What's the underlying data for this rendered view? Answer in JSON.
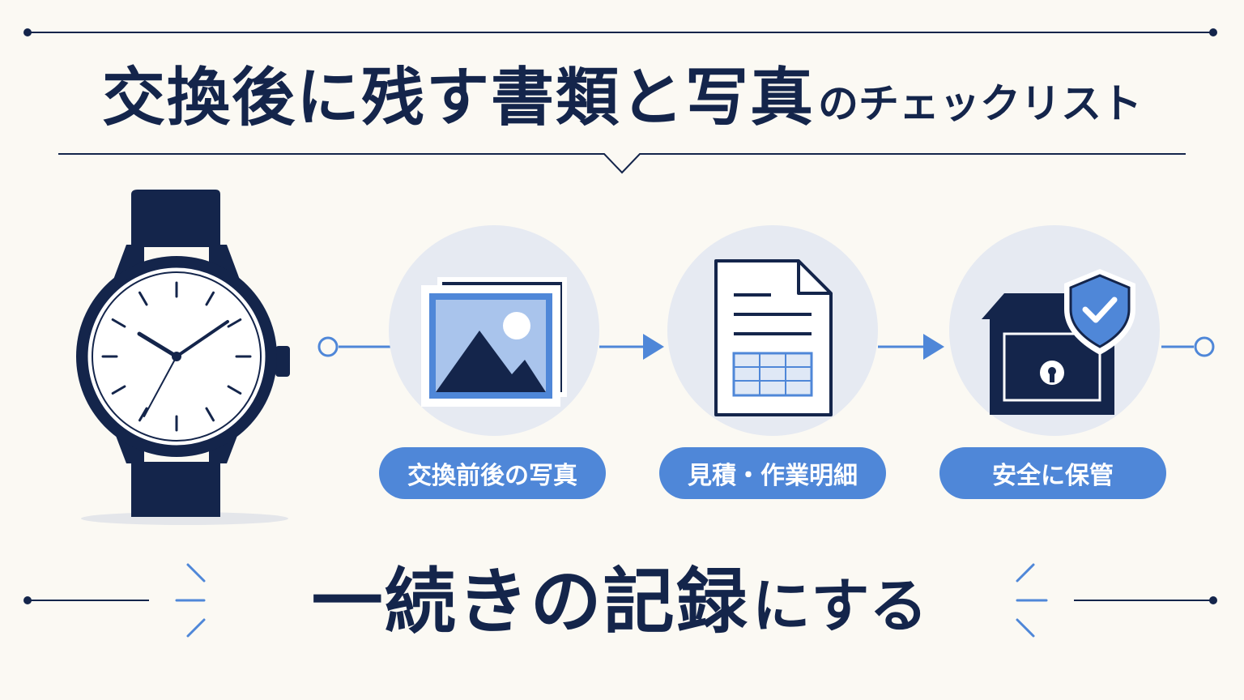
{
  "header": {
    "title_main": "交換後に残す書類と写真",
    "title_sub": "のチェックリスト"
  },
  "steps": [
    {
      "label": "交換前後の写真",
      "icon": "photo-icon"
    },
    {
      "label": "見積・作業明細",
      "icon": "document-icon"
    },
    {
      "label": "安全に保管",
      "icon": "secure-box-icon"
    }
  ],
  "footer": {
    "main": "一続きの記録",
    "sub": "にする"
  },
  "colors": {
    "navy": "#14254b",
    "accent": "#4f87d8",
    "circle": "#e6eaf2",
    "background": "#fbf9f3"
  }
}
